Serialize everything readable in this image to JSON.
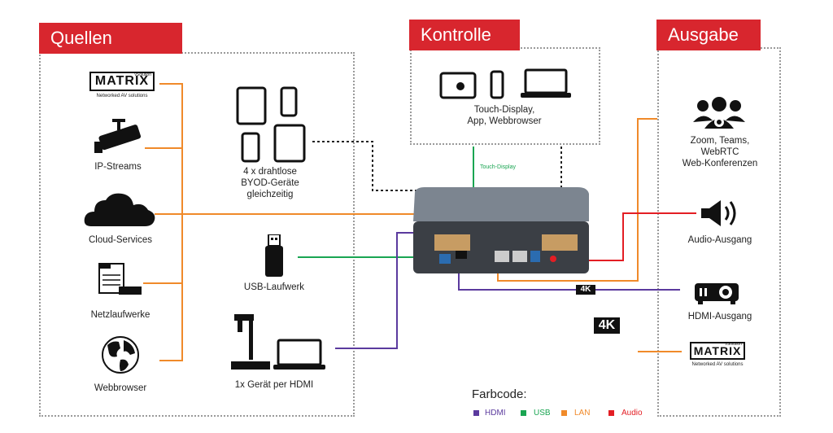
{
  "headers": {
    "sources": "Quellen",
    "control": "Kontrolle",
    "output": "Ausgabe"
  },
  "sources": {
    "matrix_logo": {
      "word": "MATRIX",
      "brand": "vSolution",
      "tagline": "Networked AV solutions"
    },
    "ip_streams": "IP-Streams",
    "cloud": "Cloud-Services",
    "network_drives": "Netzlaufwerke",
    "webbrowser": "Webbrowser",
    "byod": [
      "4 x drahtlose",
      "BYOD-Geräte",
      "gleichzeitig"
    ],
    "usb_drive": "USB-Laufwerk",
    "hdmi_device": "1x Gerät per HDMI"
  },
  "control": {
    "label": [
      "Touch-Display,",
      "App, Webbrowser"
    ],
    "wire_label": "Touch-Display"
  },
  "output": {
    "conference": [
      "Zoom, Teams,",
      "WebRTC",
      "Web-Konferenzen"
    ],
    "audio": "Audio-Ausgang",
    "hdmi": "HDMI-Ausgang",
    "matrix_logo": {
      "word": "MATRIX",
      "brand": "vSolution",
      "tagline": "Networked AV solutions"
    }
  },
  "badges": {
    "small": "4K",
    "large": "4K"
  },
  "legend": {
    "title": "Farbcode:",
    "items": [
      {
        "label": "HDMI",
        "color": "#5b3a9e"
      },
      {
        "label": "USB",
        "color": "#1aa552"
      },
      {
        "label": "LAN",
        "color": "#f08a2a"
      },
      {
        "label": "Audio",
        "color": "#e31e24"
      }
    ]
  },
  "colors": {
    "hdmi": "#5b3a9e",
    "usb": "#1aa552",
    "lan": "#f08a2a",
    "audio": "#e31e24",
    "header": "#d8262e",
    "control_line": "#222222"
  }
}
